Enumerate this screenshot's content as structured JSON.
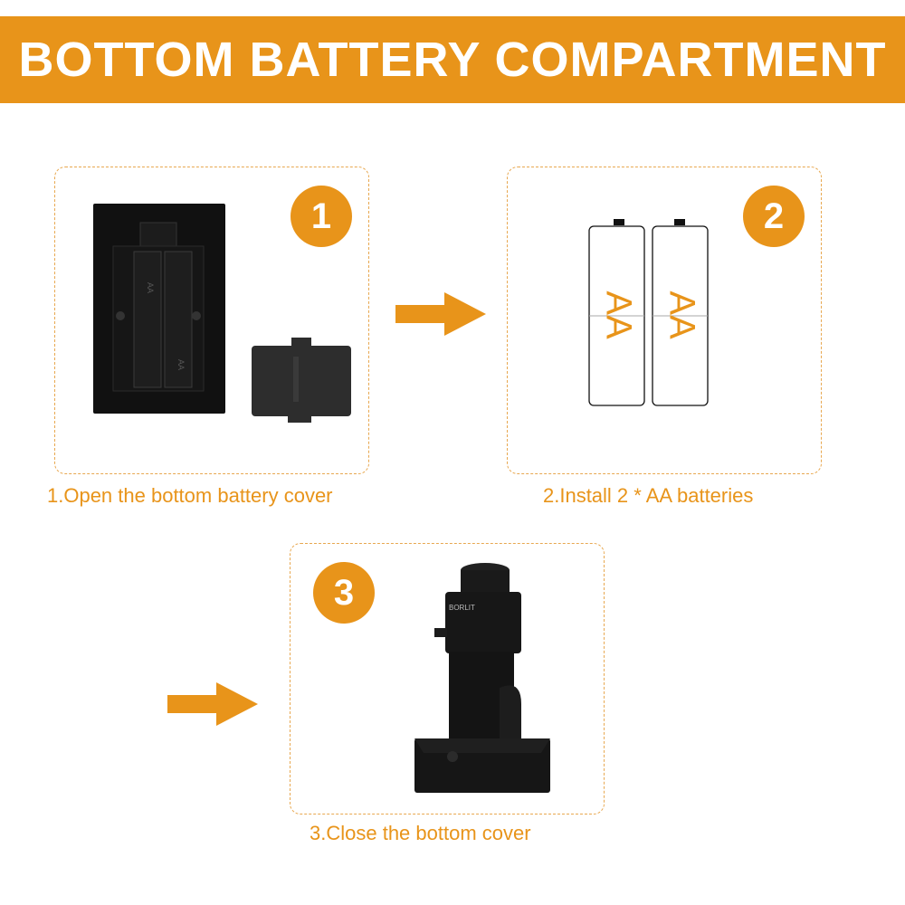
{
  "header": {
    "title": "BOTTOM BATTERY COMPARTMENT"
  },
  "steps": [
    {
      "number": "1",
      "caption": "1.Open the bottom battery cover"
    },
    {
      "number": "2",
      "caption": "2.Install 2 * AA batteries"
    },
    {
      "number": "3",
      "caption": "3.Close the bottom cover"
    }
  ],
  "battery_label": "AA",
  "device_brand": "BORLIT",
  "colors": {
    "accent": "#e8941a",
    "box_border": "#e8a850",
    "device": "#151515"
  }
}
